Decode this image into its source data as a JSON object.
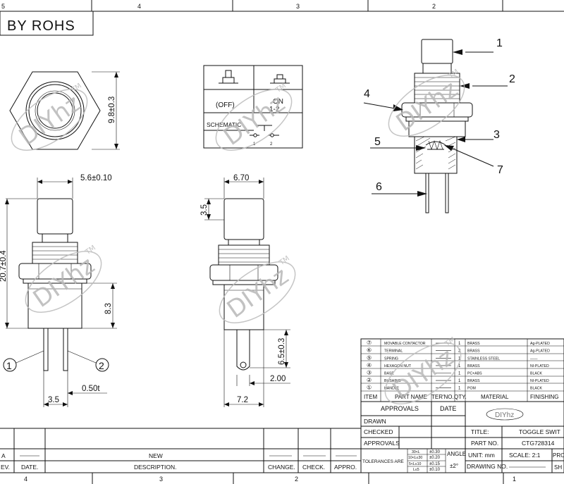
{
  "frame": {
    "zones_top": [
      "5",
      "4",
      "3",
      "2"
    ],
    "zones_bottom": [
      "4",
      "3",
      "2",
      "1"
    ],
    "revision_note": "BY ROHS"
  },
  "dimensions": {
    "hex_height": "9.8±0.3",
    "actuator_dia": "5.6±0.10",
    "overall_height": "20.7±0.4",
    "body_height": "8.3",
    "pin_thickness": "0.50t",
    "pin_pitch": "3.5",
    "side_width": "6.70",
    "actuator_height": "3.5",
    "pin_length": "6.5±0.3",
    "pin_width": "2.00",
    "side_pin_span": "7.2"
  },
  "schematic": {
    "off_label": "(OFF)",
    "on_label": "ON",
    "on_pins": "1-2",
    "schematic_label": "SCHEMATIC",
    "pin_labels": [
      "1",
      "2"
    ]
  },
  "callouts": [
    "1",
    "2",
    "3",
    "4",
    "5",
    "6",
    "7"
  ],
  "watermark": {
    "text": "DIYhz",
    "tm": "TM"
  },
  "bom": {
    "headers": {
      "item": "ITEM",
      "part_name": "PART NAME",
      "material_short": "TER'NO.",
      "qty": "QTY.",
      "material": "MATERIAL",
      "finishing": "FINISHING"
    },
    "rows": [
      {
        "item": "⑦",
        "name": "MOVABLE CONTACTOR",
        "qty": "1",
        "material": "BRASS",
        "finish": "Ag-PLATED"
      },
      {
        "item": "⑥",
        "name": "TERMINAL",
        "qty": "2",
        "material": "BRASS",
        "finish": "Ag-PLATED"
      },
      {
        "item": "⑤",
        "name": "SPRING",
        "qty": "1",
        "material": "STAINLESS STEEL",
        "finish": "——"
      },
      {
        "item": "④",
        "name": "HEXAGON NUT",
        "qty": "1",
        "material": "BRASS",
        "finish": "NI-PLATED"
      },
      {
        "item": "③",
        "name": "BASE",
        "qty": "1",
        "material": "PC+ABS",
        "finish": "BLACK"
      },
      {
        "item": "②",
        "name": "BUSHING",
        "qty": "1",
        "material": "BRASS",
        "finish": "NI-PLATED"
      },
      {
        "item": "①",
        "name": "HANDLE",
        "qty": "1",
        "material": "POM",
        "finish": "BLACK"
      }
    ]
  },
  "title_block": {
    "approvals": "APPROVALS",
    "date": "DATE",
    "drawn": "DRAWN",
    "checked": "CHECKED",
    "approvals2": "APPROVALS",
    "tolerances": "TOLERANCES ARE",
    "tol_ranges": [
      "30<L",
      "10<L≤30",
      "5<L≤10",
      "L≤5"
    ],
    "tol_values": [
      "±0.30",
      "±0.20",
      "±0.15",
      "±0.10"
    ],
    "angle": "ANGLE",
    "angle_value": "±2°",
    "logo": "DIYhz",
    "title_label": "TITLE:",
    "title_value": "TOGGLE SWIT",
    "part_no_label": "PART NO.",
    "part_no_value": "CTG728314",
    "unit": "UNIT:  mm",
    "scale": "SCALE:  2:1",
    "pro": "PRO",
    "drawing_no": "DRAWING NO.",
    "sh": "SH"
  },
  "revision_block": {
    "rev_a": "A",
    "rev": "EV.",
    "date": "DATE.",
    "new": "NEW",
    "description": "DESCRIPTION.",
    "change": "CHANGE.",
    "check": "CHECK.",
    "appro": "APPRO."
  }
}
